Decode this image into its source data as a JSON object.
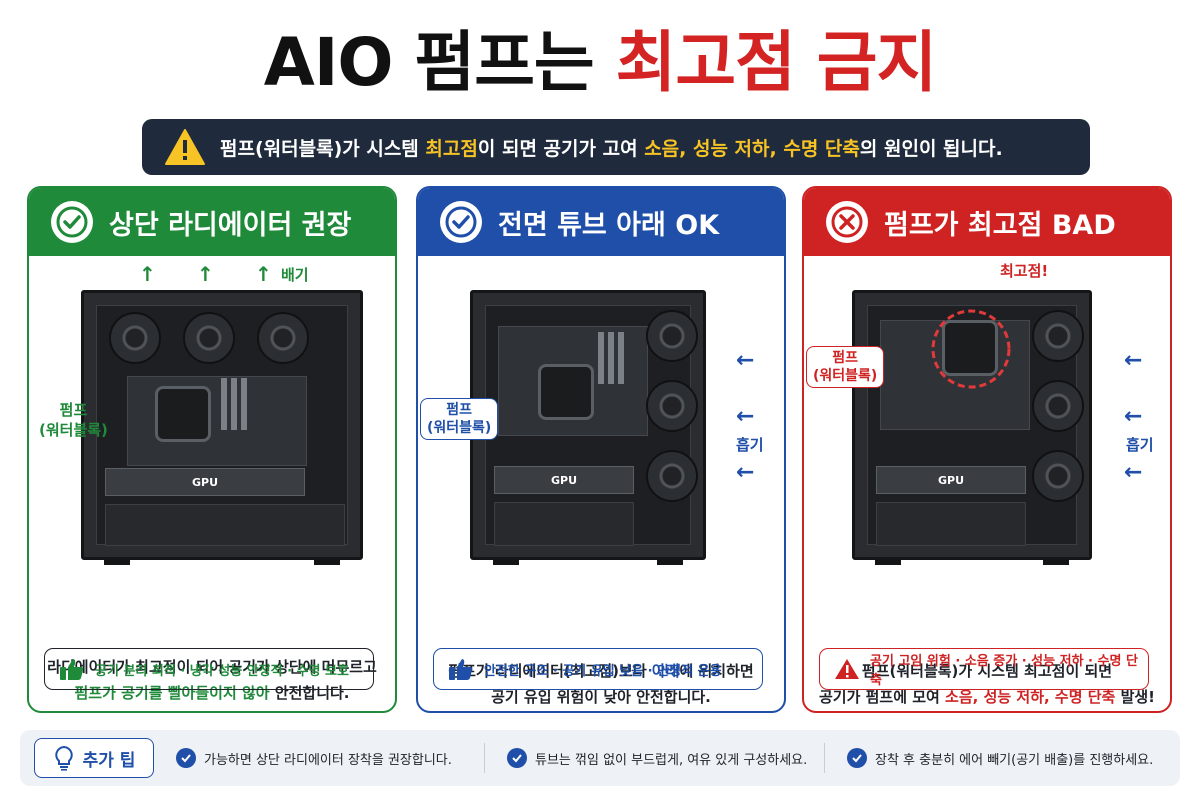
{
  "title": {
    "part1": "AIO 펌프는",
    "part2": "최고점 금지"
  },
  "banner": {
    "icon": "warning-icon",
    "text_a": "펌프(워터블록)가 시스템",
    "hl_1": "최고점",
    "text_b": "이 되면 공기가 고여",
    "hl_2": "소음, 성능 저하, 수명 단축",
    "text_c": "의 원인이 됩니다."
  },
  "panels": [
    {
      "header": "상단 라디에이터 권장",
      "header_icon": "check-circle-icon",
      "exhaust_label": "배기",
      "pump_label_1": "펌프",
      "pump_label_2": "(워터블록)",
      "gpu_label": "GPU",
      "desc_line1": "라디에이터가 최고점이 되어 공기가 상단에 머무르고",
      "desc_hl": "펌프가 공기를 빨아들이지 않아",
      "desc_line2_rest": " 안전합니다.",
      "pill_icon": "thumbs-up-icon",
      "pill_text": "공기 분리 최적 · 냉각 성능 안정적 · 수명 보호"
    },
    {
      "header": "전면 튜브 아래 OK",
      "header_icon": "check-circle-icon",
      "intake_label": "흡기",
      "pump_label_1": "펌프",
      "pump_label_2": "(워터블록)",
      "gpu_label": "GPU",
      "desc_line1_a": "펌프가 라디에이터(최고점)보다 ",
      "desc_hl": "아래",
      "desc_line1_b": "에 위치하면",
      "desc_line2": "공기 유입 위험이 낮아 안전합니다.",
      "pill_icon": "thumbs-up-icon",
      "pill_text": "안전한 구조 · 공기 유입 낮음 · 안정적 운용"
    },
    {
      "header": "펌프가 최고점 BAD",
      "header_icon": "x-circle-icon",
      "top_label": "최고점!",
      "intake_label": "흡기",
      "pump_label_1": "펌프",
      "pump_label_2": "(워터블록)",
      "gpu_label": "GPU",
      "desc_line1": "펌프(워터블록)가 시스템 최고점이 되면",
      "desc_line2_a": "공기가 펌프에 모여 ",
      "desc_hl": "소음, 성능 저하, 수명 단축",
      "desc_line2_b": " 발생!",
      "pill_icon": "warning-icon",
      "pill_text": "공기 고임 위험 · 소음 증가 · 성능 저하 · 수명 단축"
    }
  ],
  "tips": {
    "label": "추가 팁",
    "label_icon": "lightbulb-icon",
    "items": [
      "가능하면 상단 라디에이터 장착을 권장합니다.",
      "튜브는 꺾임 없이 부드럽게, 여유 있게 구성하세요.",
      "장착 후 충분히 에어 빼기(공기 배출)를 진행하세요."
    ]
  },
  "colors": {
    "good": "#1f8a3a",
    "ok": "#1f4fa8",
    "bad": "#cf2323",
    "banner_bg": "#1f2a3c",
    "banner_highlight": "#f7c325"
  }
}
